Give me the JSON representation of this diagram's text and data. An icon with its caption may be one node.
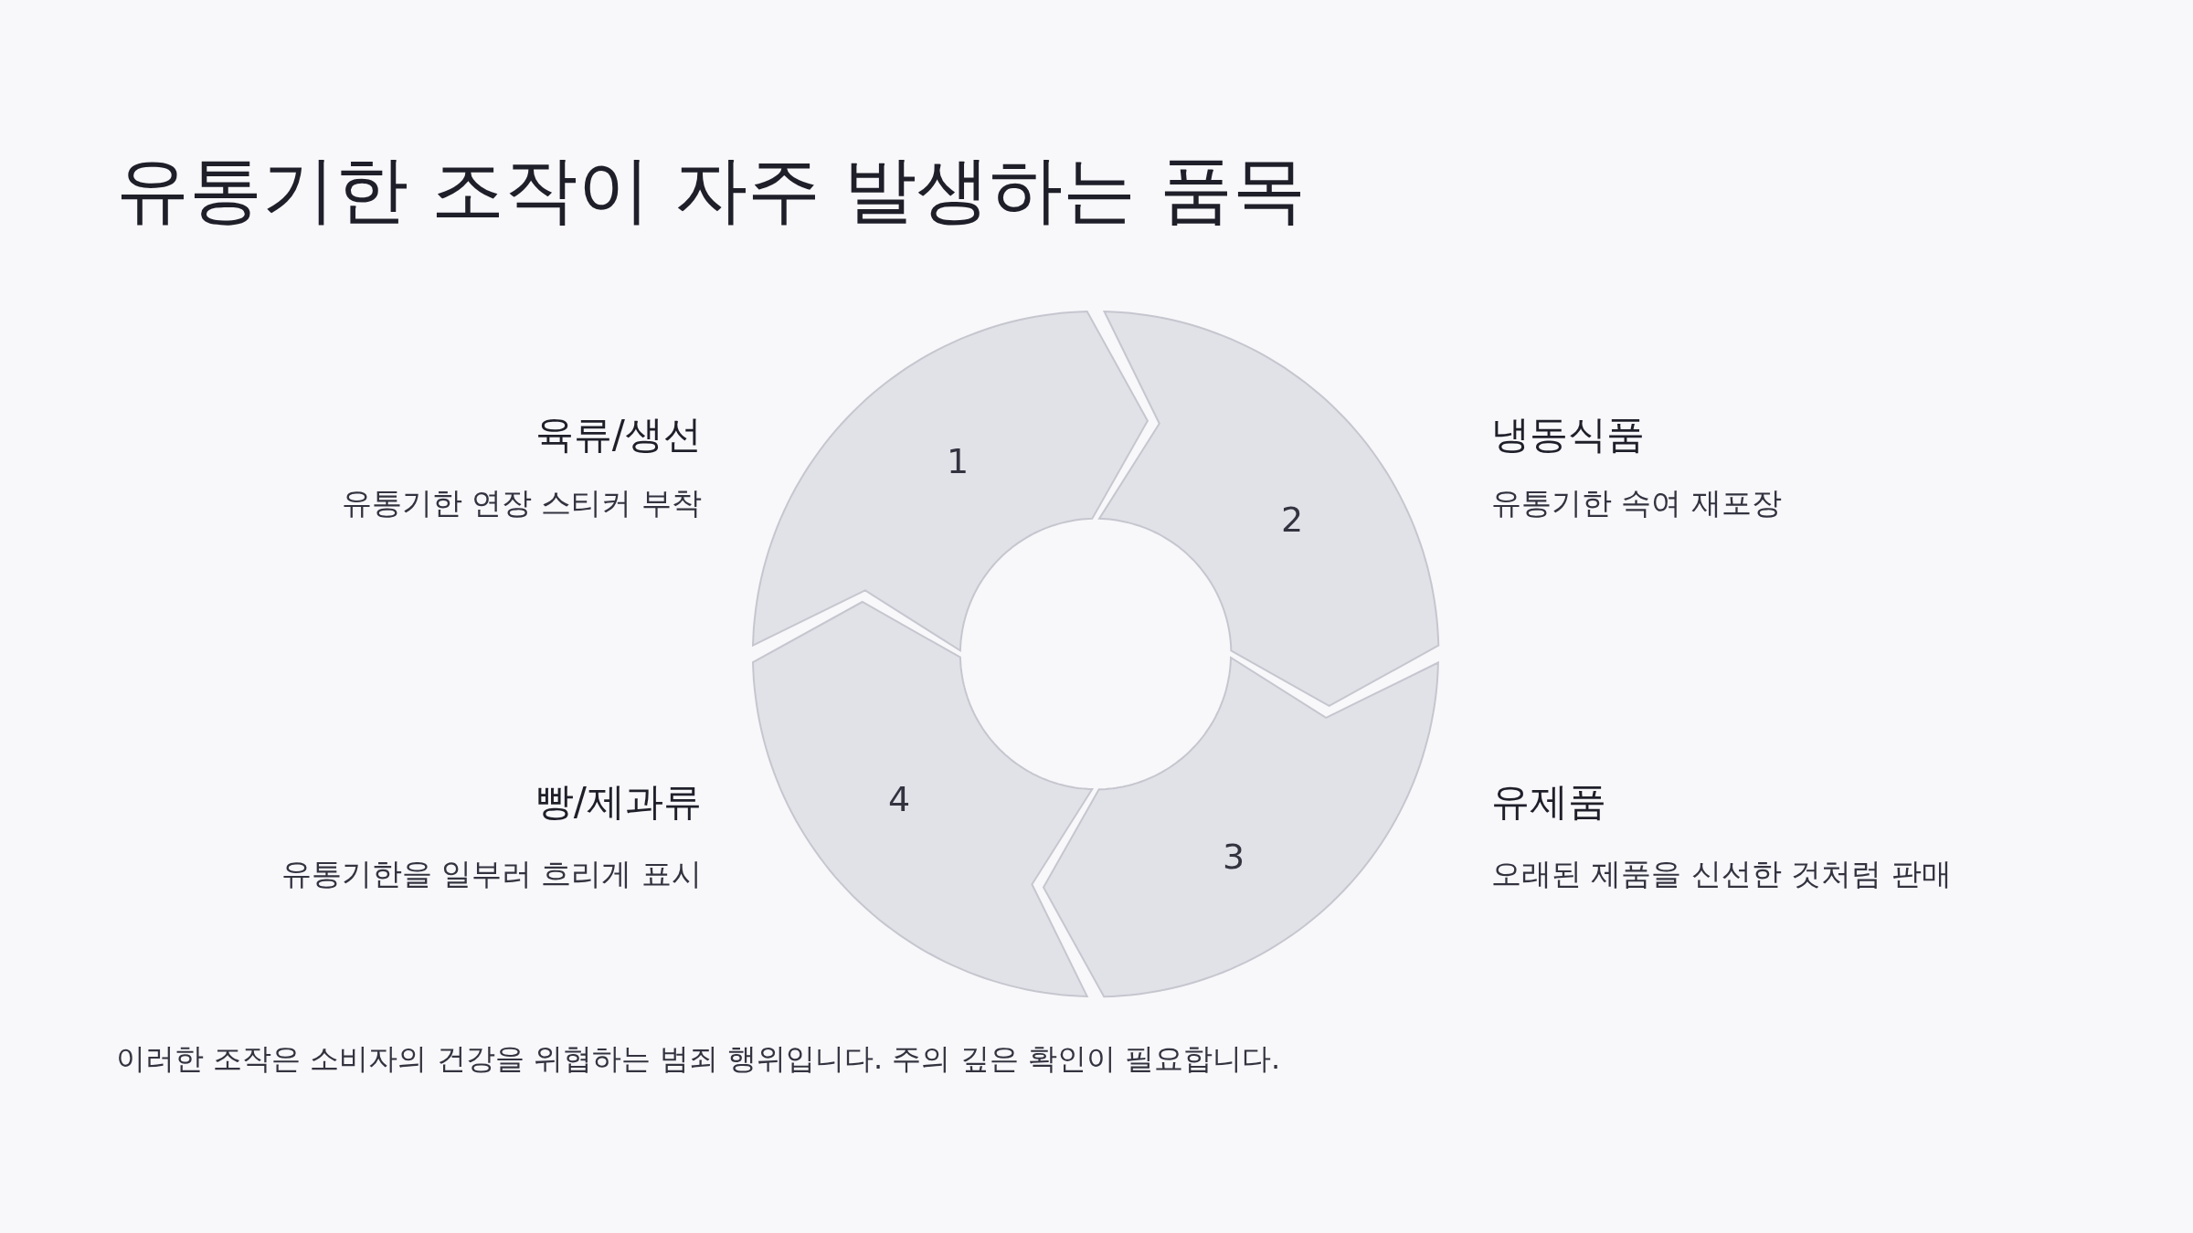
{
  "diagram": {
    "title": "유통기한 조작이 자주 발생하는 품목",
    "nodes": [
      {
        "text": [
          "1"
        ],
        "beside": [
          "육류/생선",
          "유통기한 연장 스티커 부착"
        ]
      },
      {
        "text": [
          "2"
        ],
        "beside": [
          "냉동식품",
          "유통기한 속여 재포장"
        ]
      },
      {
        "text": [
          "3"
        ],
        "beside": [
          "유제품",
          "오래된 제품을 신선한 것처럼 판매"
        ]
      },
      {
        "text": [
          "4"
        ],
        "beside": [
          "빵/제과류",
          "유통기한을 일부러 흐리게 표시"
        ]
      }
    ],
    "caption": "이러한 조작은 소비자의 건강을 위협하는 범죄 행위입니다. 주의 깊은 확인이 필요합니다."
  }
}
